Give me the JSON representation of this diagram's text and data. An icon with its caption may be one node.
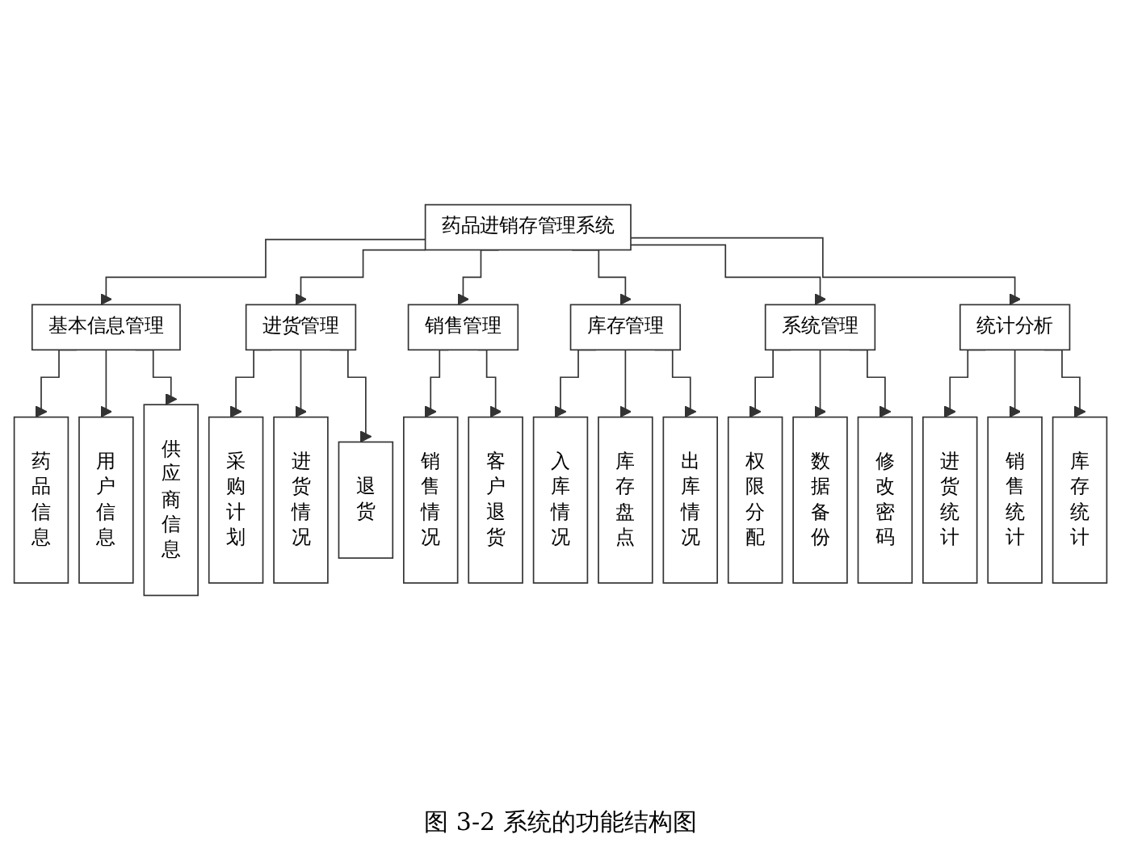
{
  "diagram": {
    "caption": "图 3-2 系统的功能结构图",
    "nodes": [
      {
        "text": [
          "药品进销存管理系统"
        ]
      },
      {
        "text": [
          "基本信息管理"
        ]
      },
      {
        "text": [
          "进货管理"
        ]
      },
      {
        "text": [
          "销售管理"
        ]
      },
      {
        "text": [
          "库存管理"
        ]
      },
      {
        "text": [
          "系统管理"
        ]
      },
      {
        "text": [
          "统计分析"
        ]
      },
      {
        "text": [
          "药品信息"
        ]
      },
      {
        "text": [
          "用户信息"
        ]
      },
      {
        "text": [
          "供应商信息"
        ]
      },
      {
        "text": [
          "采购计划"
        ]
      },
      {
        "text": [
          "进货情况"
        ]
      },
      {
        "text": [
          "退货"
        ]
      },
      {
        "text": [
          "销售情况"
        ]
      },
      {
        "text": [
          "客户退货"
        ]
      },
      {
        "text": [
          "入库情况"
        ]
      },
      {
        "text": [
          "库存盘点"
        ]
      },
      {
        "text": [
          "出库情况"
        ]
      },
      {
        "text": [
          "权限分配"
        ]
      },
      {
        "text": [
          "数据备份"
        ]
      },
      {
        "text": [
          "修改密码"
        ]
      },
      {
        "text": [
          "进货统计"
        ]
      },
      {
        "text": [
          "销售统计"
        ]
      },
      {
        "text": [
          "库存统计"
        ]
      }
    ],
    "edges": [
      {
        "from": 0,
        "to": 1,
        "arrow": "to"
      },
      {
        "from": 0,
        "to": 2,
        "arrow": "to"
      },
      {
        "from": 0,
        "to": 3,
        "arrow": "to"
      },
      {
        "from": 0,
        "to": 4,
        "arrow": "to"
      },
      {
        "from": 0,
        "to": 5,
        "arrow": "to"
      },
      {
        "from": 0,
        "to": 6,
        "arrow": "to"
      },
      {
        "from": 1,
        "to": 7,
        "arrow": "to"
      },
      {
        "from": 1,
        "to": 8,
        "arrow": "to"
      },
      {
        "from": 1,
        "to": 9,
        "arrow": "to"
      },
      {
        "from": 2,
        "to": 10,
        "arrow": "to"
      },
      {
        "from": 2,
        "to": 11,
        "arrow": "to"
      },
      {
        "from": 2,
        "to": 12,
        "arrow": "to"
      },
      {
        "from": 3,
        "to": 13,
        "arrow": "to"
      },
      {
        "from": 3,
        "to": 14,
        "arrow": "to"
      },
      {
        "from": 4,
        "to": 15,
        "arrow": "to"
      },
      {
        "from": 4,
        "to": 16,
        "arrow": "to"
      },
      {
        "from": 4,
        "to": 17,
        "arrow": "to"
      },
      {
        "from": 5,
        "to": 18,
        "arrow": "to"
      },
      {
        "from": 5,
        "to": 19,
        "arrow": "to"
      },
      {
        "from": 5,
        "to": 20,
        "arrow": "to"
      },
      {
        "from": 6,
        "to": 21,
        "arrow": "to"
      },
      {
        "from": 6,
        "to": 22,
        "arrow": "to"
      },
      {
        "from": 6,
        "to": 23,
        "arrow": "to"
      }
    ]
  }
}
